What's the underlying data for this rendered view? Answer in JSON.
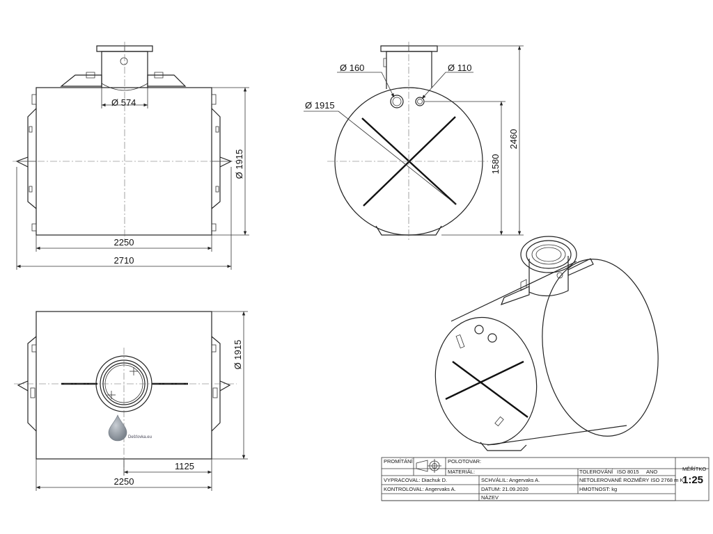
{
  "dimensions": {
    "front_height": "Ø 1915",
    "front_inner_width": "2250",
    "front_total_width": "2710",
    "neck_diameter": "Ø 574",
    "side_inlet": "Ø 160",
    "side_outlet": "Ø 110",
    "side_diameter": "Ø 1915",
    "side_height_inner": "1580",
    "side_height_total": "2460",
    "top_height": "Ø 1915",
    "top_center_offset": "1125",
    "top_width": "2250"
  },
  "logo": {
    "text": "Dešťovka.eu"
  },
  "title_block": {
    "projection": "PROMÍTÁNÍ",
    "semi_product": "POLOTOVAR:",
    "material": "MATERIÁL:",
    "tolerance": "TOLEROVÁNÍ",
    "iso": "ISO 8015",
    "yes": "ANO",
    "scale_label": "MĚŘÍTKO",
    "scale": "1:25",
    "drawn_by": "VYPRACOVAL: Diachuk D.",
    "approved_by": "SCHVÁLIL: Angervaks A.",
    "untoleranced": "NETOLEROVANÉ ROZMĚRY ISO 2768 m K",
    "checked_by": "KONTROLOVAL: Angervaks A.",
    "date": "DATUM: 21.09.2020",
    "weight": "HMOTNOST: kg",
    "name": "NÁZEV"
  }
}
